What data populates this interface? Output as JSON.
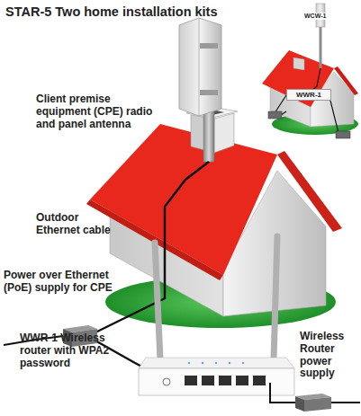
{
  "diagram": {
    "title": "STAR-5 Two home installation kits",
    "nodes": [
      {
        "text": [
          "WWR-1"
        ]
      }
    ],
    "labels": [
      "Client premise equipment (CPE) radio and panel antenna",
      "Outdoor Ethernet cable",
      "Power over Ethernet (PoE) supply for CPE",
      "WWR-1 Wireless router with WPA2 password",
      "Wireless Router power supply",
      "WCW-1"
    ]
  }
}
